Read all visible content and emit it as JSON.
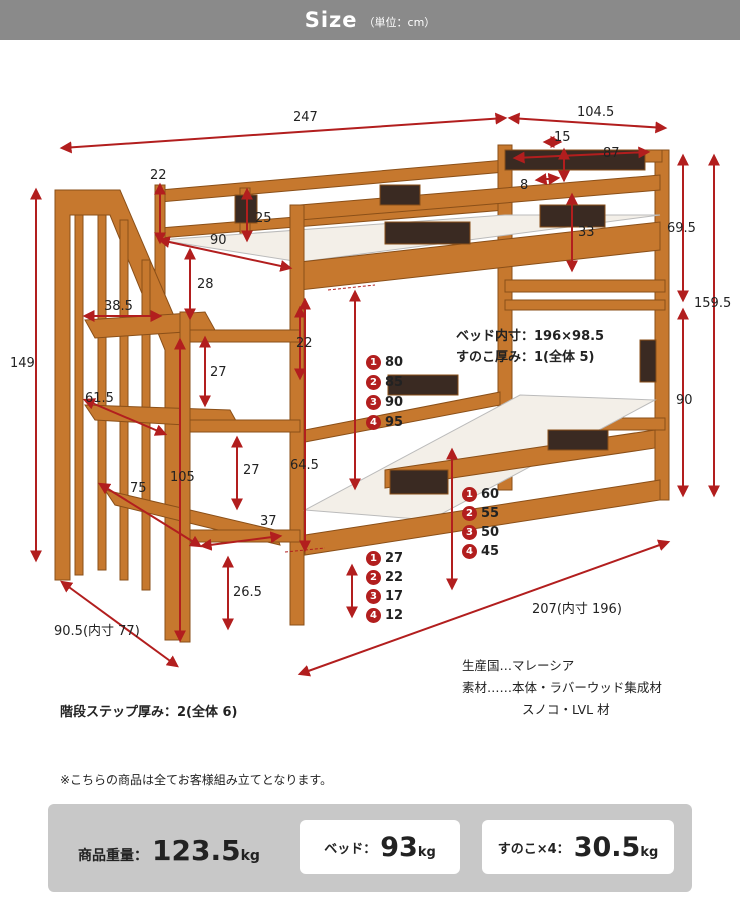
{
  "header": {
    "title": "Size",
    "unit": "（単位：cm）"
  },
  "colors": {
    "wood": "#c6782e",
    "wood_dark": "#9a5a1e",
    "accent": "#b21e1e",
    "header_bg": "#8a8a8a",
    "panel_bg": "#c8c8c8"
  },
  "dims": {
    "total_length": "247",
    "frame_width": "104.5",
    "cap_15": "15",
    "cap_87": "87",
    "cap_8": "8",
    "top_guard_height": "69.5",
    "upper_rail_33": "33",
    "total_height": "159.5",
    "lower_height": "90",
    "stair_height": "149",
    "stair_top_22": "22",
    "stair_25": "25",
    "stair_90": "90",
    "stair_28": "28",
    "step1_depth": "38.5",
    "gap_22": "22",
    "gap_27a": "27",
    "step2_depth": "61.5",
    "gap_105": "105",
    "gap_27b": "27",
    "step3_depth": "75",
    "step3_37": "37",
    "under_64_5": "64.5",
    "floor_26_5": "26.5",
    "base_depth": "90.5(内寸 77)",
    "side_length": "207(内寸 196)"
  },
  "upper_heights": [
    {
      "n": "1",
      "v": "80"
    },
    {
      "n": "2",
      "v": "85"
    },
    {
      "n": "3",
      "v": "90"
    },
    {
      "n": "4",
      "v": "95"
    }
  ],
  "lower_heights": [
    {
      "n": "1",
      "v": "60"
    },
    {
      "n": "2",
      "v": "55"
    },
    {
      "n": "3",
      "v": "50"
    },
    {
      "n": "4",
      "v": "45"
    }
  ],
  "floor_heights": [
    {
      "n": "1",
      "v": "27"
    },
    {
      "n": "2",
      "v": "22"
    },
    {
      "n": "3",
      "v": "17"
    },
    {
      "n": "4",
      "v": "12"
    }
  ],
  "spec": {
    "inner": "ベッド内寸：196×98.5",
    "slat": "すのこ厚み：1(全体 5)"
  },
  "origin": {
    "country": "生産国…マレーシア",
    "material": "素材……本体・ラバーウッド集成材",
    "material2": "スノコ・LVL 材"
  },
  "step_thickness": "階段ステップ厚み：2(全体 6)",
  "note": "※こちらの商品は全てお客様組み立てとなります。",
  "weights": {
    "product_label": "商品重量：",
    "product_value": "123.5",
    "product_unit": "kg",
    "bed_label": "ベッド：",
    "bed_value": "93",
    "bed_unit": "kg",
    "slat_label": "すのこ×4：",
    "slat_value": "30.5",
    "slat_unit": "kg"
  }
}
